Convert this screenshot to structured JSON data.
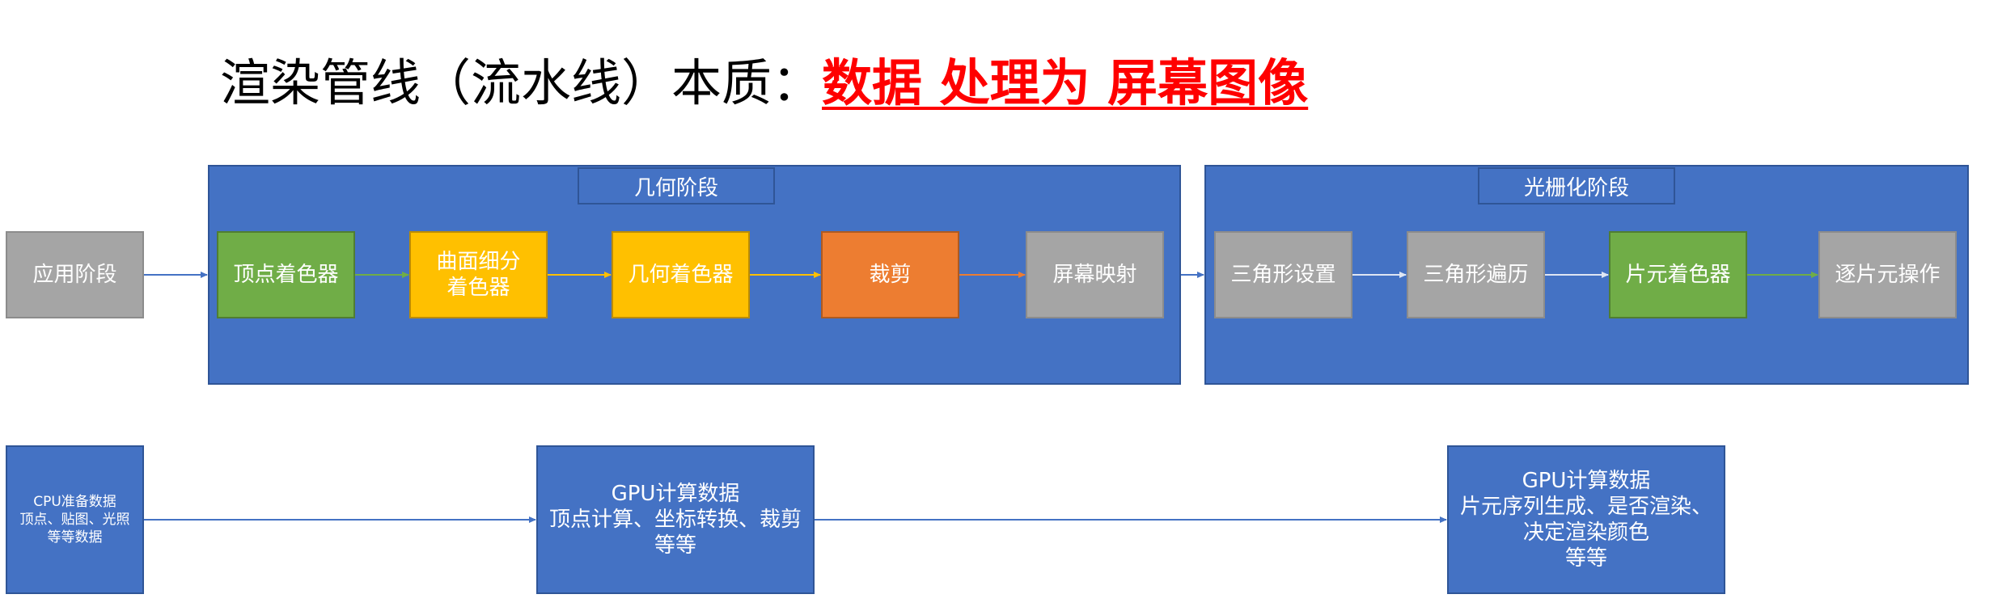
{
  "title": {
    "prefix": "渲染管线（流水线）本质：",
    "highlight": "数据 处理为 屏幕图像"
  },
  "stages": {
    "geometry": {
      "label": "几何阶段"
    },
    "raster": {
      "label": "光栅化阶段"
    }
  },
  "boxes": {
    "app": "应用阶段",
    "vertex_shader": "顶点着色器",
    "tessellation": "曲面细分\n着色器",
    "geometry_shader": "几何着色器",
    "clipping": "裁剪",
    "screen_mapping": "屏幕映射",
    "triangle_setup": "三角形设置",
    "triangle_traversal": "三角形遍历",
    "fragment_shader": "片元着色器",
    "per_fragment_ops": "逐片元操作"
  },
  "notes": {
    "cpu": "CPU准备数据\n顶点、贴图、光照\n等等数据",
    "gpu_geometry": "GPU计算数据\n顶点计算、坐标转换、裁剪\n等等",
    "gpu_raster": "GPU计算数据\n片元序列生成、是否渲染、\n决定渲染颜色\n等等"
  },
  "colors": {
    "stage_blue": "#4472c4",
    "gray": "#a5a5a5",
    "green": "#70ad47",
    "yellow": "#ffc000",
    "orange": "#ed7d31",
    "title_highlight": "#ff0000"
  }
}
